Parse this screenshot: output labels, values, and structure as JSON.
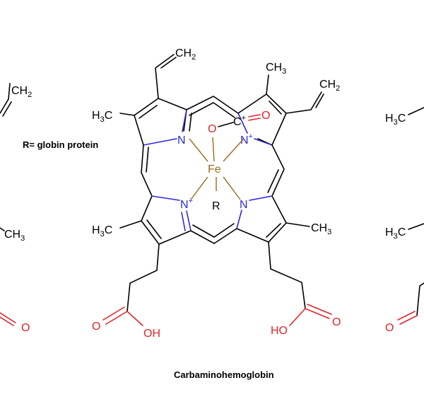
{
  "title": "Carbaminohemoglobin",
  "legend": "R= globin protein",
  "colors": {
    "nitrogen": "#2b2bd6",
    "oxygen": "#e0252a",
    "iron": "#9a6a1e",
    "bond": "#000000"
  },
  "atoms": {
    "fe": "Fe",
    "r": "R",
    "n": "N",
    "n_plus": "N",
    "plus": "+",
    "o": "O",
    "c": "C",
    "oh": "OH",
    "ho": "HO",
    "ch3_h": "H",
    "ch3_c": "C",
    "ch3_sub": "3",
    "ch2": "CH",
    "ch2_sub": "2",
    "ch3": "CH",
    "ch3_sub2": "3"
  }
}
